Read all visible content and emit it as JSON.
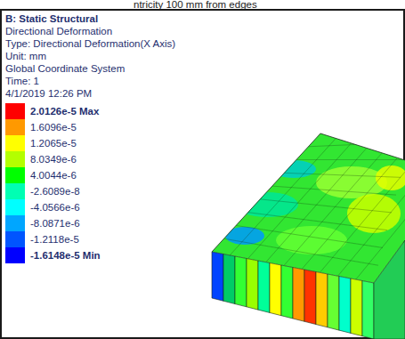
{
  "diagram": {
    "title": "B: Static Structural",
    "labels": [
      "ntricity 100 mm from edges",
      "Directional Deformation",
      "Type: Directional Deformation(X Axis)",
      "Unit: mm",
      "Global Coordinate System",
      "Time: 1",
      "4/1/2019 12:26 PM"
    ],
    "legend": [
      {
        "text": "2.0126e-5 Max",
        "color": "#ff0000"
      },
      {
        "text": "1.6096e-5",
        "color": "#ff9900"
      },
      {
        "text": "1.2065e-5",
        "color": "#ffff00"
      },
      {
        "text": "8.0349e-6",
        "color": "#b3ff00"
      },
      {
        "text": "4.0044e-6",
        "color": "#00ff00"
      },
      {
        "text": "-2.6089e-8",
        "color": "#00ffb3"
      },
      {
        "text": "-4.0566e-6",
        "color": "#00ffff"
      },
      {
        "text": "-8.0871e-6",
        "color": "#00a6ff"
      },
      {
        "text": "-1.2118e-5",
        "color": "#0055ff"
      },
      {
        "text": "-1.6148e-5 Min",
        "color": "#0000ff"
      }
    ]
  }
}
